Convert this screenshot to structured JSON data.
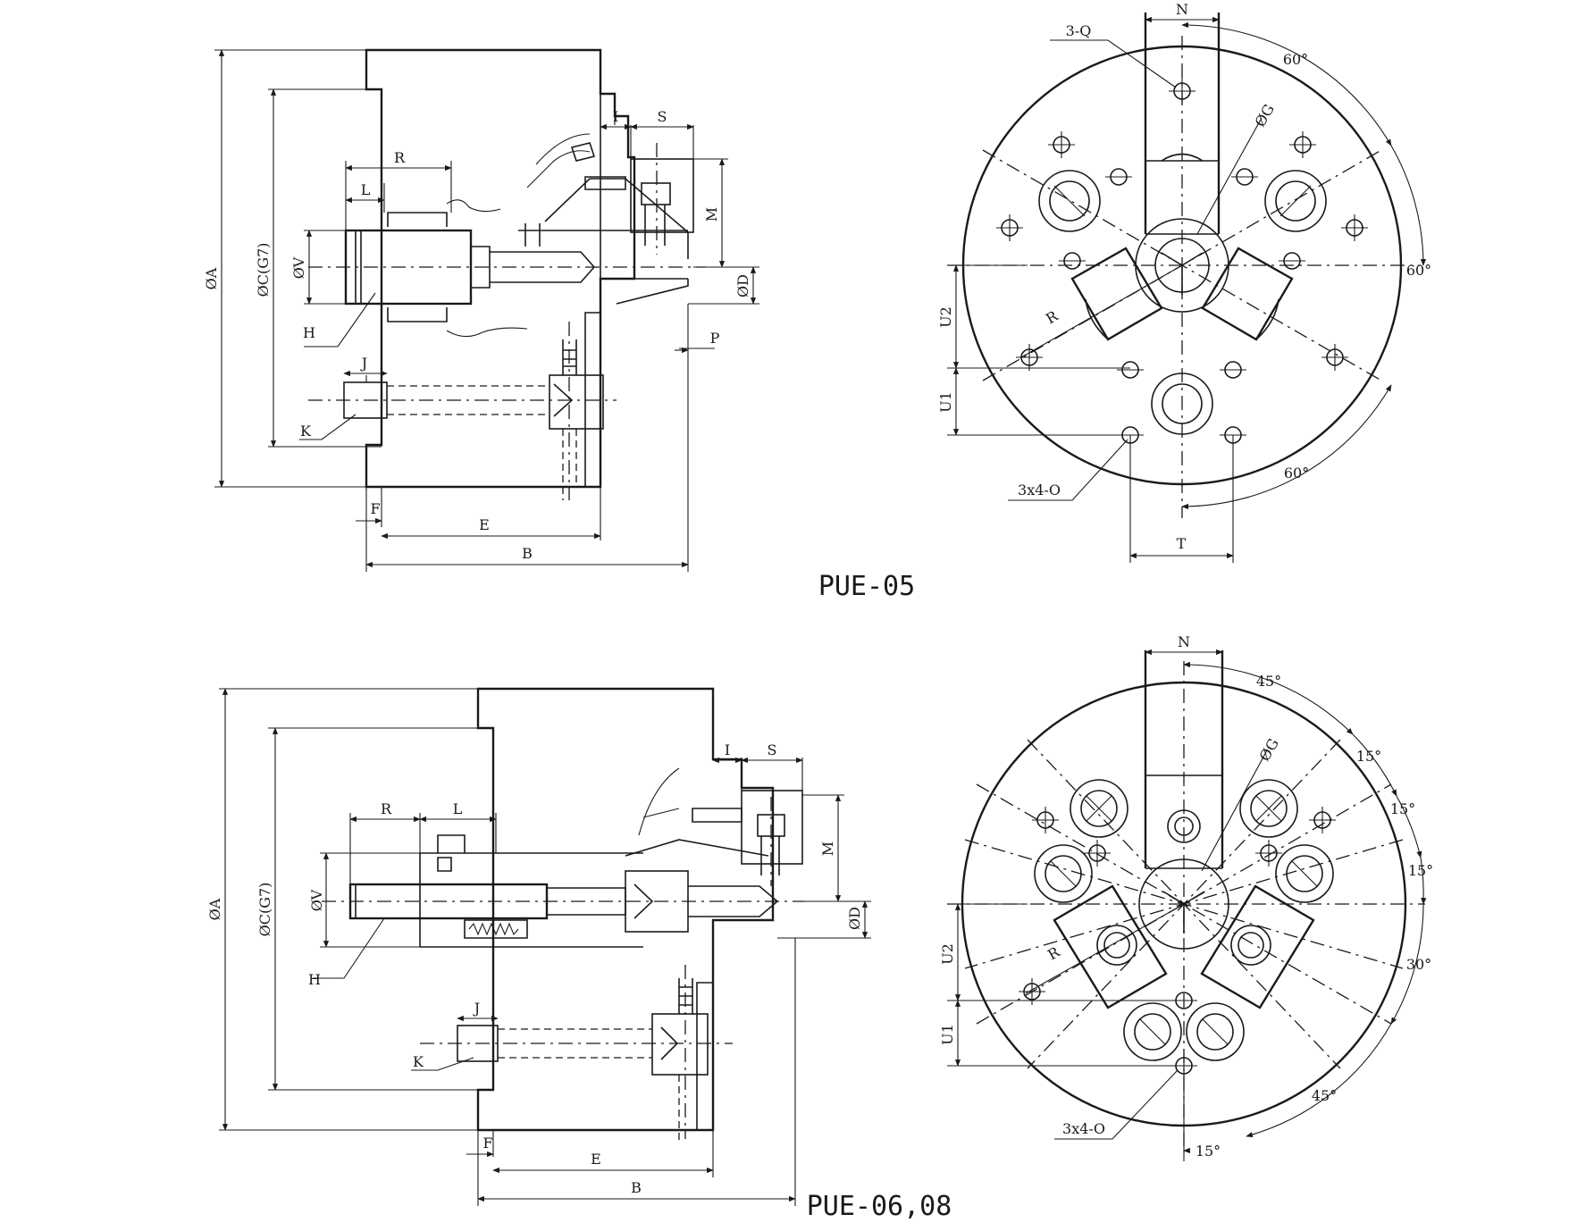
{
  "titles": {
    "top": "PUE-05",
    "bottom": "PUE-06,08"
  },
  "top_side": {
    "A": "ØA",
    "C": "ØC(G7)",
    "V": "ØV",
    "D": "ØD",
    "R": "R",
    "L": "L",
    "I": "I",
    "S": "S",
    "M": "M",
    "P": "P",
    "H": "H",
    "J": "J",
    "K": "K",
    "F": "F",
    "E": "E",
    "B": "B"
  },
  "top_front": {
    "N": "N",
    "Q": "3-Q",
    "G": "ØG",
    "R": "R",
    "U1": "U1",
    "U2": "U2",
    "O": "3x4-O",
    "T": "T",
    "a1": "60°",
    "a2": "60°",
    "a3": "60°"
  },
  "bottom_side": {
    "A": "ØA",
    "C": "ØC(G7)",
    "V": "ØV",
    "D": "ØD",
    "R": "R",
    "L": "L",
    "I": "I",
    "S": "S",
    "M": "M",
    "H": "H",
    "J": "J",
    "K": "K",
    "F": "F",
    "E": "E",
    "B": "B"
  },
  "bottom_front": {
    "N": "N",
    "G": "ØG",
    "R": "R",
    "U1": "U1",
    "U2": "U2",
    "O": "3x4-O",
    "a45a": "45°",
    "a15a": "15°",
    "a15b": "15°",
    "a15c": "15°",
    "a30": "30°",
    "a45b": "45°",
    "a15d": "15°"
  }
}
